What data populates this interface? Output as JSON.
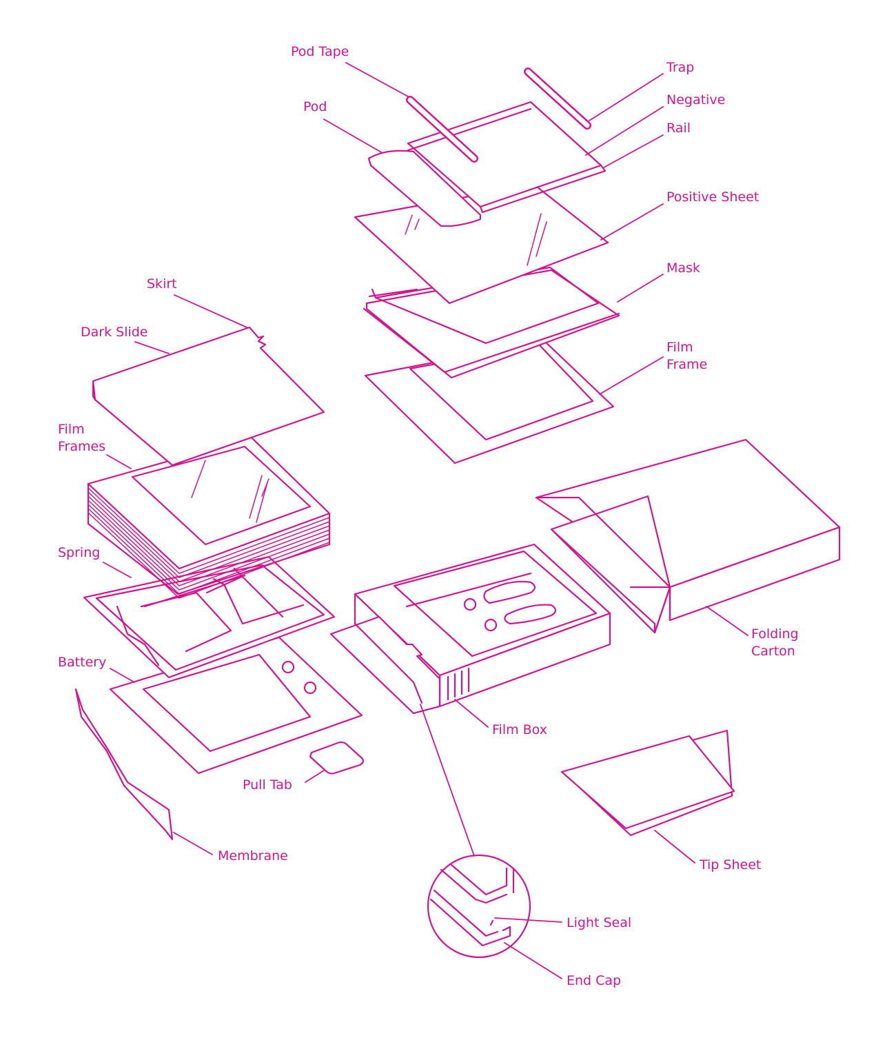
{
  "colors": {
    "accent": "#d2148c",
    "background": "#ffffff"
  },
  "labels": {
    "pod_tape": "Pod Tape",
    "trap": "Trap",
    "pod": "Pod",
    "negative": "Negative",
    "rail": "Rail",
    "positive_sheet": "Positive Sheet",
    "mask": "Mask",
    "film_frame_l1": "Film",
    "film_frame_l2": "Frame",
    "skirt": "Skirt",
    "dark_slide": "Dark Slide",
    "film_frames_l1": "Film",
    "film_frames_l2": "Frames",
    "spring": "Spring",
    "battery": "Battery",
    "pull_tab": "Pull Tab",
    "membrane": "Membrane",
    "film_box": "Film Box",
    "folding_carton_l1": "Folding",
    "folding_carton_l2": "Carton",
    "tip_sheet": "Tip Sheet",
    "light_seal": "Light Seal",
    "end_cap": "End Cap"
  }
}
